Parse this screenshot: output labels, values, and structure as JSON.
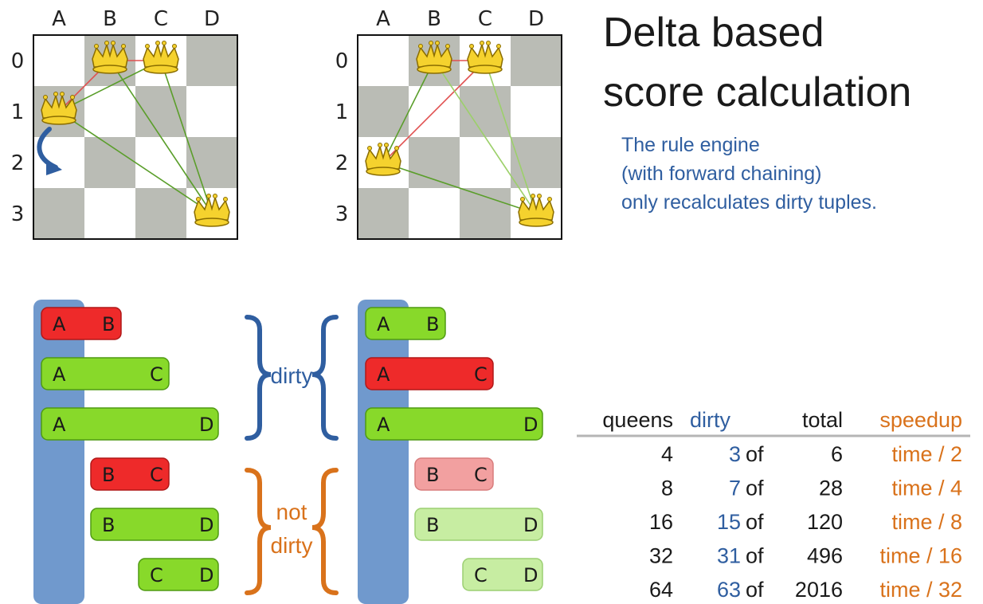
{
  "title_line1": "Delta based",
  "title_line2": "score calculation",
  "subtitle": [
    "The rule engine",
    "(with forward chaining)",
    "only recalculates dirty tuples."
  ],
  "columns": [
    "A",
    "B",
    "C",
    "D"
  ],
  "rows": [
    "0",
    "1",
    "2",
    "3"
  ],
  "board_before": {
    "queens": [
      [
        "B",
        "0"
      ],
      [
        "C",
        "0"
      ],
      [
        "A",
        "1"
      ],
      [
        "D",
        "3"
      ]
    ]
  },
  "board_after": {
    "queens": [
      [
        "B",
        "0"
      ],
      [
        "C",
        "0"
      ],
      [
        "A",
        "2"
      ],
      [
        "D",
        "3"
      ]
    ]
  },
  "tuples_before": [
    {
      "a": "A",
      "b": "B",
      "state": "conflict"
    },
    {
      "a": "A",
      "b": "C",
      "state": "ok"
    },
    {
      "a": "A",
      "b": "D",
      "state": "ok"
    },
    {
      "a": "B",
      "b": "C",
      "state": "conflict"
    },
    {
      "a": "B",
      "b": "D",
      "state": "ok"
    },
    {
      "a": "C",
      "b": "D",
      "state": "ok"
    }
  ],
  "tuples_after": [
    {
      "a": "A",
      "b": "B",
      "state": "ok"
    },
    {
      "a": "A",
      "b": "C",
      "state": "conflict"
    },
    {
      "a": "A",
      "b": "D",
      "state": "ok"
    },
    {
      "a": "B",
      "b": "C",
      "state": "conflict-faded"
    },
    {
      "a": "B",
      "b": "D",
      "state": "ok-faded"
    },
    {
      "a": "C",
      "b": "D",
      "state": "ok-faded"
    }
  ],
  "brace_dirty": "dirty",
  "brace_not_dirty": [
    "not",
    "dirty"
  ],
  "table": {
    "headers": {
      "queens": "queens",
      "dirty": "dirty",
      "total": "total",
      "speedup": "speedup"
    },
    "of_word": "of",
    "rows": [
      {
        "queens": "4",
        "dirty": "3",
        "total": "6",
        "speedup": "time /  2"
      },
      {
        "queens": "8",
        "dirty": "7",
        "total": "28",
        "speedup": "time /  4"
      },
      {
        "queens": "16",
        "dirty": "15",
        "total": "120",
        "speedup": "time /  8"
      },
      {
        "queens": "32",
        "dirty": "31",
        "total": "496",
        "speedup": "time / 16"
      },
      {
        "queens": "64",
        "dirty": "63",
        "total": "2016",
        "speedup": "time / 32"
      }
    ]
  },
  "colors": {
    "blue_text": "#2f5ea0",
    "orange_text": "#d9721b",
    "conflict": "#ee2a2a",
    "ok": "#88d92a",
    "conflict_faded": "#f2a0a0",
    "ok_faded": "#c7eda2",
    "bar": "#7099cd",
    "dark_square": "#babcb5"
  }
}
